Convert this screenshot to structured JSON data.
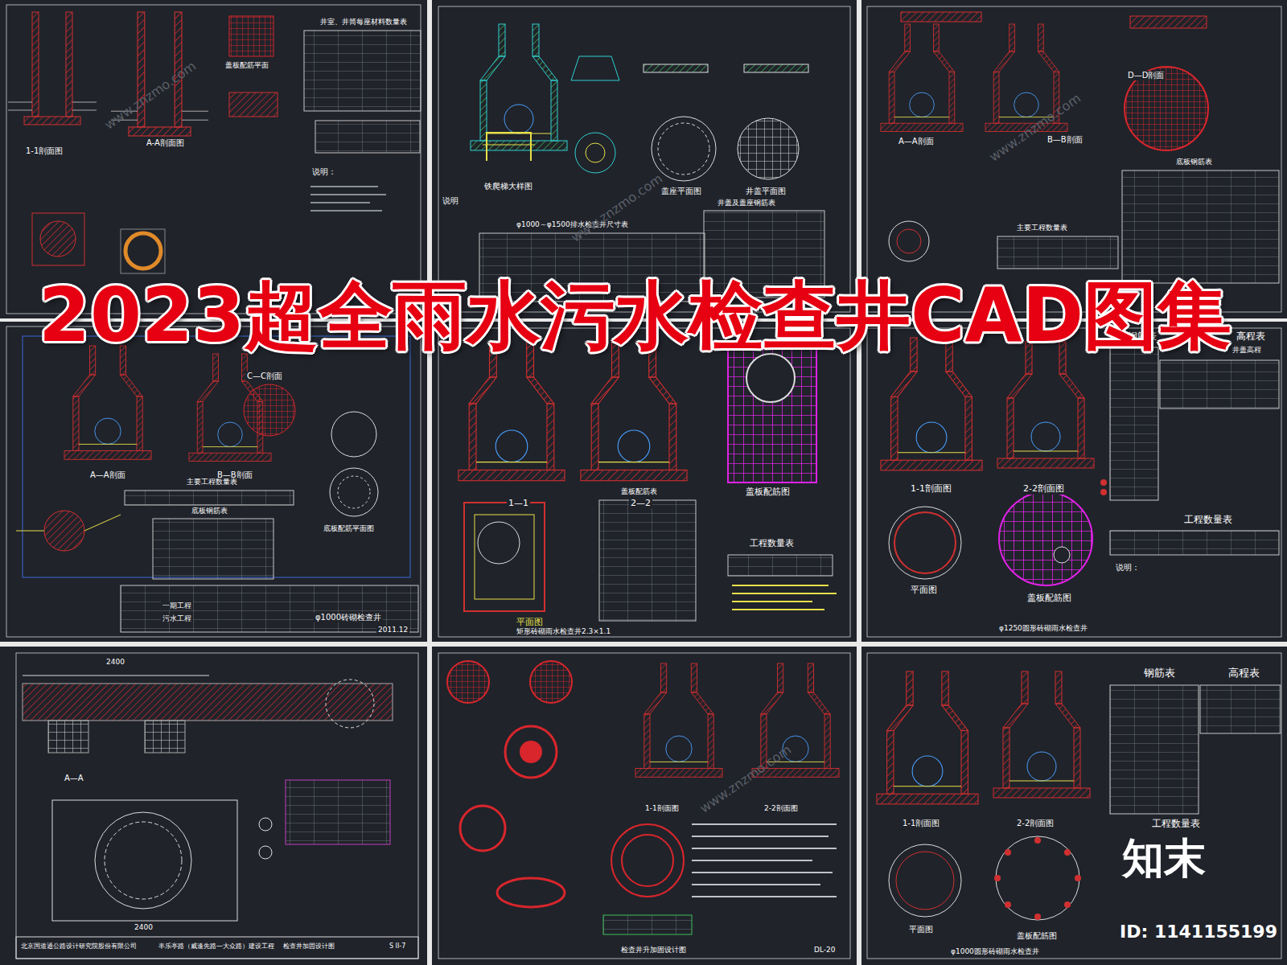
{
  "diagram": {
    "title": "2023超全雨水污水检查井CAD图集",
    "labels": [
      "说明：",
      "1-1剖面图",
      "A-A剖面图",
      "盖板配筋平面",
      "井室、井筒每座材料数量表",
      "铁爬梯大样图",
      "盖座平面图",
      "井盖平面图",
      "说明",
      "φ1000～φ1500排水检查井尺寸表",
      "井盖及盖座钢筋表",
      "A—A剖面",
      "D—D剖面",
      "B—B剖面",
      "底板钢筋表",
      "主要工程数量表",
      "C—C剖面",
      "A—A剖面",
      "B—B剖面",
      "主要工程数量表",
      "底板钢筋表",
      "底板配筋平面图",
      "一期工程",
      "污水工程",
      "φ1000砖砌检查井",
      "2011.12",
      "1—1",
      "2—2",
      "平面图",
      "盖板配筋表",
      "盖板配筋图",
      "工程数量表",
      "矩形砖砌雨水检查井2.3×1.1",
      "1-1剖面图",
      "2-2剖面图",
      "平面图",
      "盖板配筋图",
      "钢筋表",
      "工程数量表",
      "说明：",
      "φ1250圆形砖砌雨水检查井",
      "高程表",
      "井盖高程",
      "A—A",
      "北京国道通公路设计研究院股份有限公司",
      "丰乐亭路（威逢先路—大众路）建设工程",
      "检查井加固设计图",
      "S II-7",
      "2400",
      "2400",
      "检查井升加固设计图",
      "DL-20",
      "1-1剖面图",
      "2-2剖面图",
      "钢筋表",
      "高程表",
      "1-1剖面图",
      "2-2剖面图",
      "平面图",
      "盖板配筋图",
      "工程数量表",
      "φ1000圆形砖砌雨水检查井",
      "知末",
      "ID: 1141155199",
      "www.znzmo.com",
      "www.znzmo.com",
      "www.znzmo.com",
      "www.znzmo.com"
    ]
  }
}
